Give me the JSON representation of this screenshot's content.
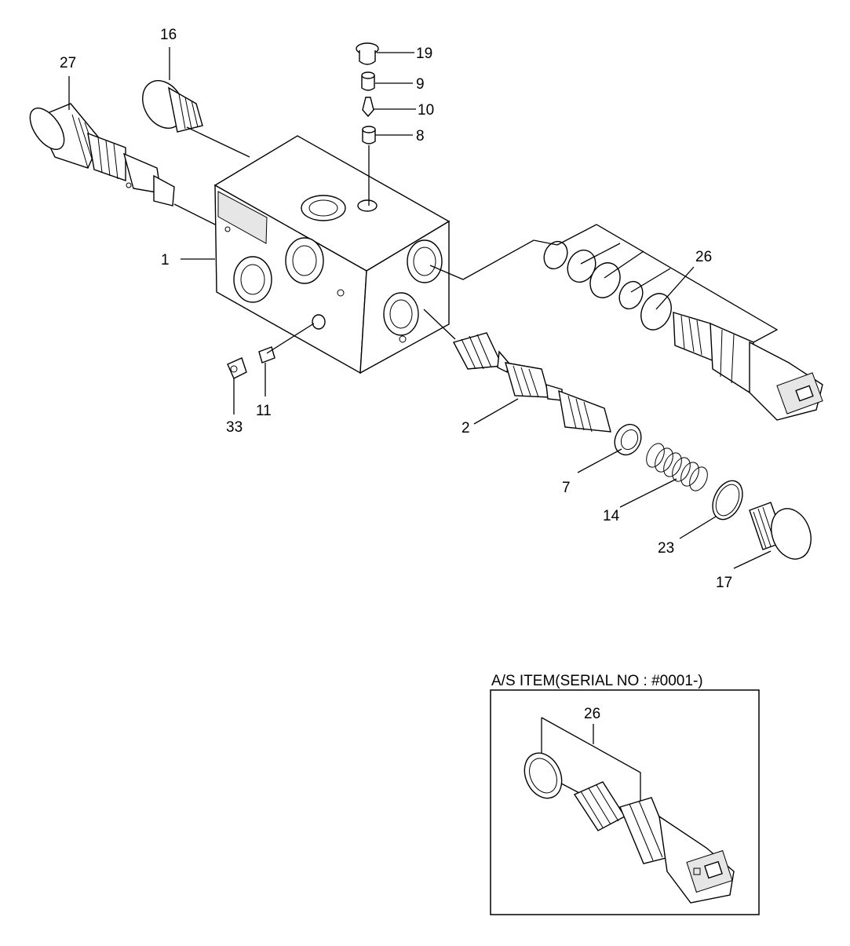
{
  "callouts": {
    "p1": "1",
    "p2": "2",
    "p7": "7",
    "p8": "8",
    "p9": "9",
    "p10": "10",
    "p11": "11",
    "p14": "14",
    "p16": "16",
    "p17": "17",
    "p19": "19",
    "p23": "23",
    "p26": "26",
    "p27": "27",
    "p33": "33"
  },
  "inset": {
    "title": "A/S ITEM(SERIAL NO : #0001-)",
    "callout_26": "26"
  }
}
